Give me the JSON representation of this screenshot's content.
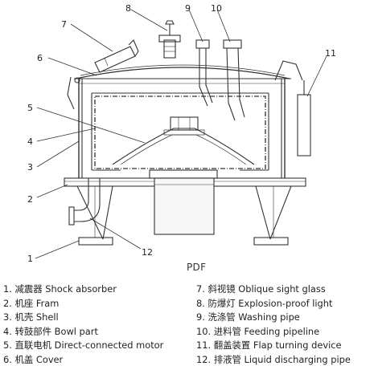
{
  "pdf_label": "PDF",
  "callouts": [
    "1",
    "2",
    "3",
    "4",
    "5",
    "6",
    "7",
    "8",
    "9",
    "10",
    "11",
    "12"
  ],
  "legend_left": [
    "1. 减震器 Shock absorber",
    "2. 机座 Fram",
    "3. 机壳 Shell",
    "4. 转鼓部件 Bowl part",
    "5. 直联电机 Direct-connected motor",
    "6. 机盖 Cover"
  ],
  "legend_right": [
    "7. 斜视镜 Oblique sight glass",
    "8. 防爆灯 Explosion-proof light",
    "9. 洗涤管 Washing pipe",
    "10. 进料管 Feeding pipeline",
    "11. 翻盖装置 Flap turning device",
    "12. 排液管 Liquid discharging pipe"
  ]
}
